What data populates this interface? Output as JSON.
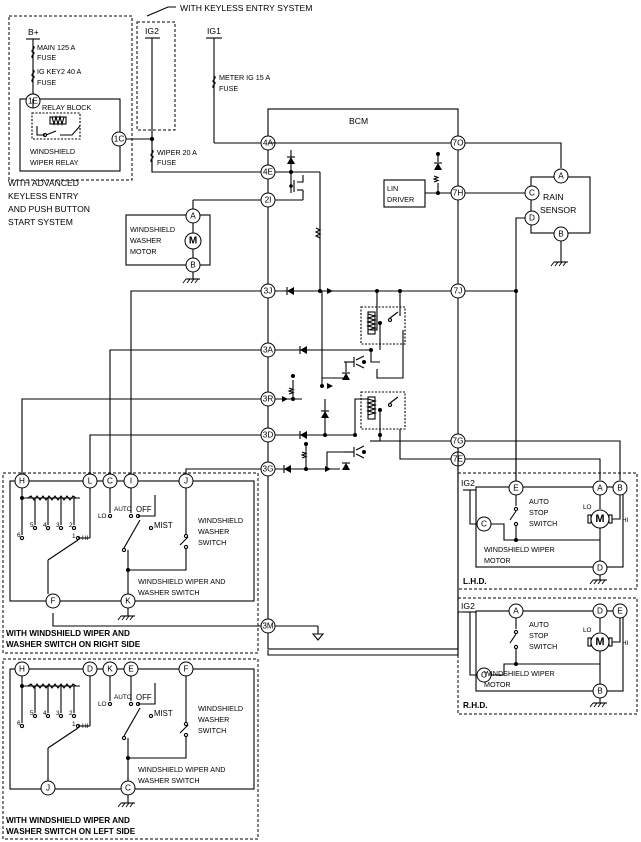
{
  "labels": {
    "keyless": "WITH KEYLESS ENTRY SYSTEM",
    "bplus": "B+",
    "ig2": "IG2",
    "ig1": "IG1",
    "main_fuse": "MAIN 125 A",
    "ig_key_fuse": "IG KEY2 40 A",
    "fuse": "FUSE",
    "meter_fuse": "METER IG 15 A",
    "wiper_fuse": "WIPER 20 A",
    "relay_block": "RELAY BLOCK",
    "wiper_relay_1": "WINDSHIELD",
    "wiper_relay_2": "WIPER RELAY",
    "advanced_1": "WITH ADVANCED",
    "advanced_2": "KEYLESS ENTRY",
    "advanced_3": "AND PUSH BUTTON",
    "advanced_4": "START SYSTEM",
    "washer_motor_1": "WINDSHIELD",
    "washer_motor_2": "WASHER",
    "washer_motor_3": "MOTOR",
    "bcm": "BCM",
    "lin_1": "LIN",
    "lin_2": "DRIVER",
    "rain_1": "RAIN",
    "rain_2": "SENSOR",
    "lo": "LO",
    "auto": "AUTO",
    "off": "OFF",
    "mist": "MIST",
    "hi": "HI",
    "switch_1": "WINDSHIELD",
    "switch_2": "WASHER",
    "switch_3": "SWITCH",
    "ww_switch_1": "WINDSHIELD WIPER AND",
    "ww_switch_2": "WASHER SWITCH",
    "right_side_1": "WITH WINDSHIELD WIPER AND",
    "right_side_2": "WASHER SWITCH ON RIGHT SIDE",
    "left_side_1": "WITH WINDSHIELD WIPER AND",
    "left_side_2": "WASHER SWITCH ON LEFT SIDE",
    "auto_stop_1": "AUTO",
    "auto_stop_2": "STOP",
    "auto_stop_3": "SWITCH",
    "wiper_motor_1": "WINDSHIELD WIPER",
    "wiper_motor_2": "MOTOR",
    "lhd": "L.H.D.",
    "rhd": "R.H.D.",
    "motor": "M",
    "pos_6": "6",
    "pos_5": "5",
    "pos_4": "4",
    "pos_3": "3",
    "pos_2": "2",
    "pos_1": "1"
  },
  "terminals": {
    "t1E": "1E",
    "t1C": "1C",
    "t4A": "4A",
    "t4E": "4E",
    "t2I": "2I",
    "t3J": "3J",
    "t3A": "3A",
    "t3R": "3R",
    "t3D": "3D",
    "t3G": "3G",
    "t3M": "3M",
    "t7O": "7O",
    "t7H": "7H",
    "t7J": "7J",
    "t7G": "7G",
    "t7E": "7E",
    "washA": "A",
    "washB": "B",
    "rainA": "A",
    "rainB": "B",
    "rainC": "C",
    "rainD": "D",
    "swR_H": "H",
    "swR_L": "L",
    "swR_C": "C",
    "swR_I": "I",
    "swR_J": "J",
    "swR_F": "F",
    "swR_K": "K",
    "swL_H": "H",
    "swL_D": "D",
    "swL_K": "K",
    "swL_E": "E",
    "swL_F": "F",
    "swL_J": "J",
    "swL_C": "C",
    "lhd_E": "E",
    "lhd_A": "A",
    "lhd_B": "B",
    "lhd_C": "C",
    "lhd_D": "D",
    "rhd_A": "A",
    "rhd_D": "D",
    "rhd_E": "E",
    "rhd_C": "C",
    "rhd_B": "B"
  }
}
